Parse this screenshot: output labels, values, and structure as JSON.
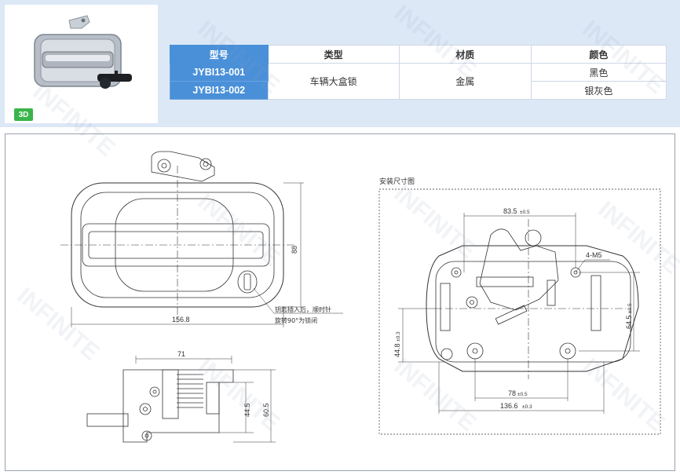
{
  "badge": "3D",
  "table": {
    "headers": [
      "型号",
      "类型",
      "材质",
      "颜色"
    ],
    "rows": [
      {
        "model": "JYBI13-001",
        "type": "车辆大盒锁",
        "material": "金属",
        "color": "黑色"
      },
      {
        "model": "JYBI13-002",
        "type": "车辆大盒锁",
        "material": "金属",
        "color": "银灰色"
      }
    ]
  },
  "drawing": {
    "dim_width": "156.8",
    "dim_height": "88",
    "note_line1": "钥匙插入后，顺时针",
    "note_line2": "旋转90°为锁闭",
    "side_dim_top": "71",
    "side_dim_44_5": "44.5",
    "side_dim_60_5": "60.5",
    "install_title": "安装尺寸图",
    "dim_83_5": "83.5",
    "dim_83_5_tol": "±0.5",
    "dim_4m5": "4-M5",
    "dim_64_5": "64.5",
    "dim_64_5_tol": "±0.5",
    "dim_44_8": "44.8",
    "dim_44_8_tol": "±0.3",
    "dim_78": "78",
    "dim_78_tol": "±0.5",
    "dim_136_6": "136.6",
    "dim_136_6_tol": "±0.3"
  },
  "watermark": "INFINITE"
}
